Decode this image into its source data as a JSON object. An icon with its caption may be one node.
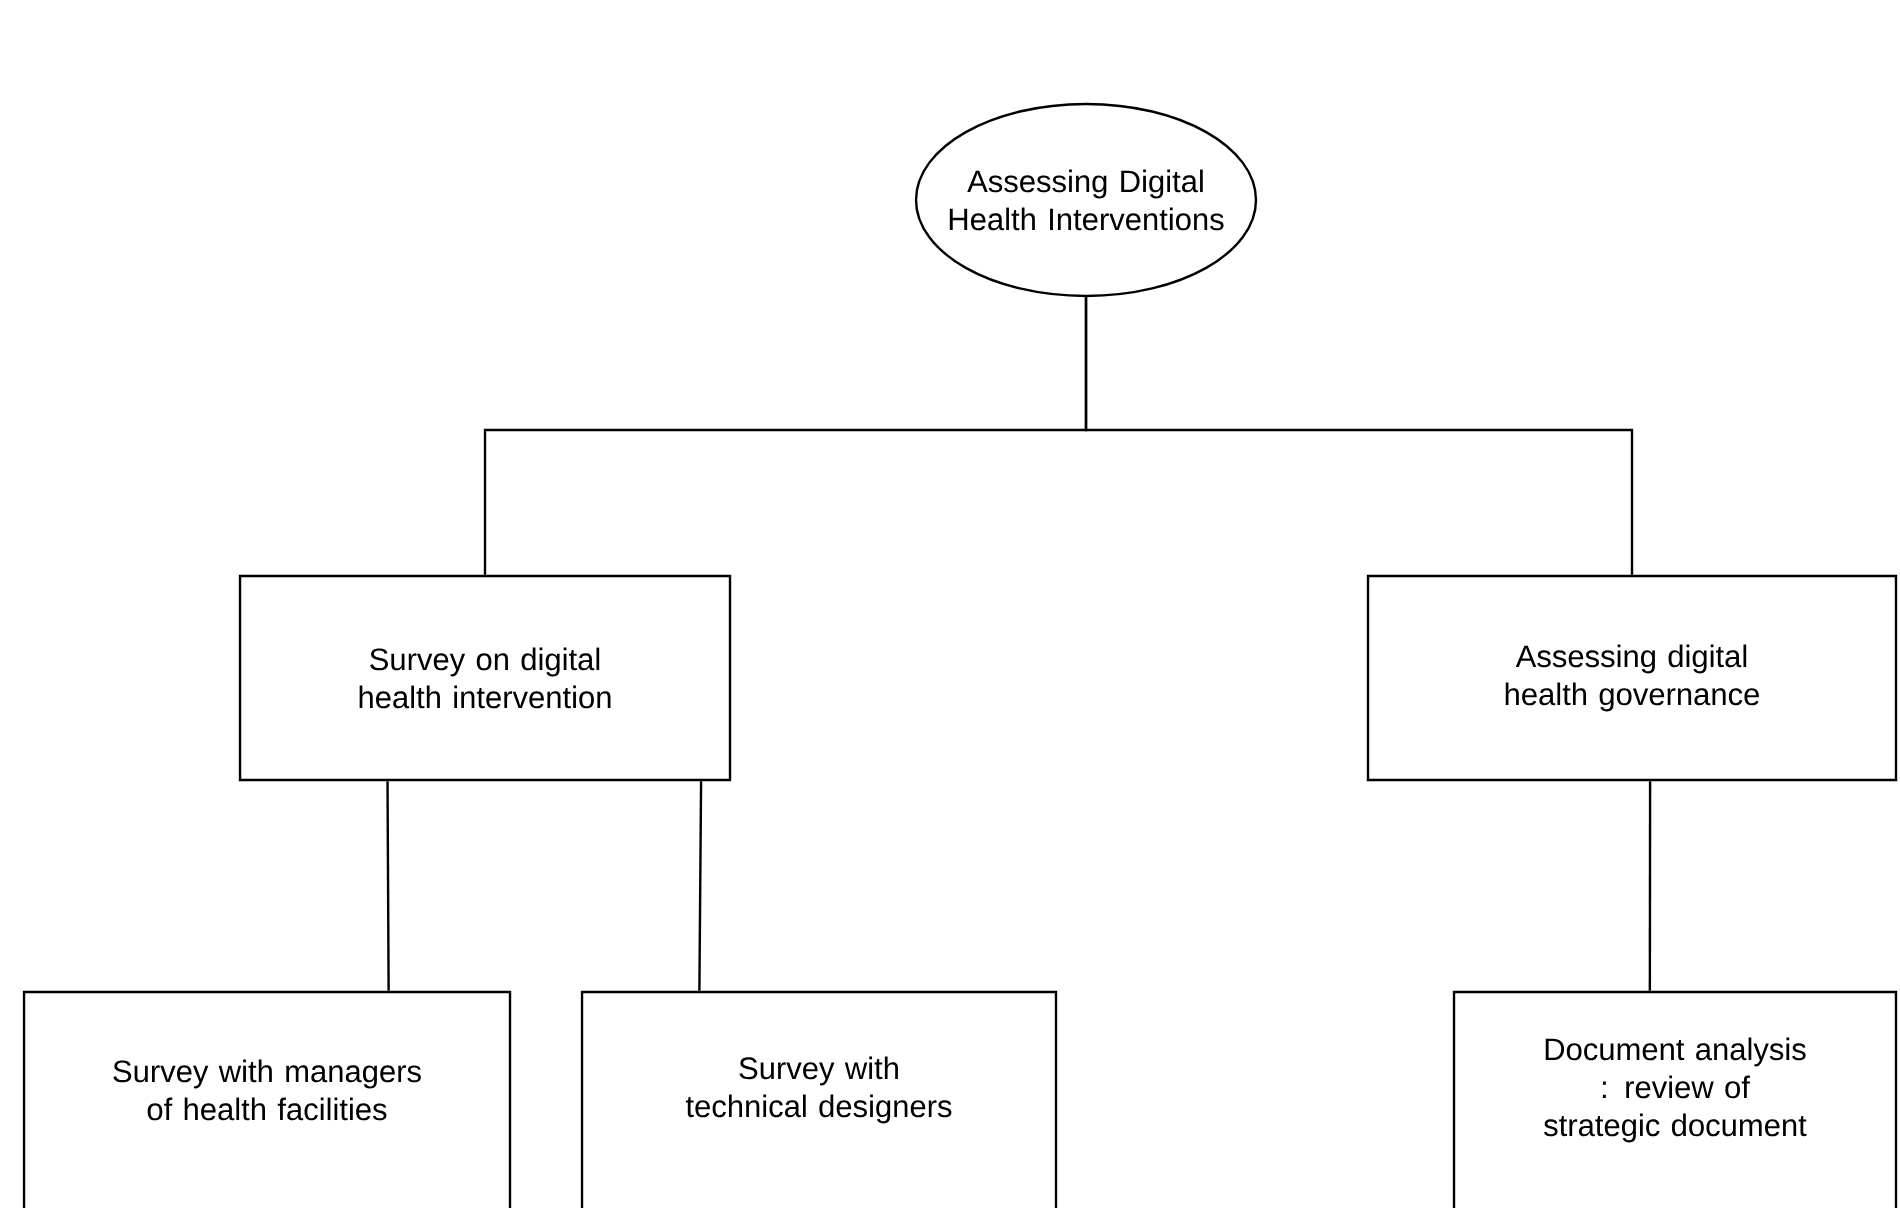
{
  "diagram": {
    "nodes": [
      {
        "text": [
          "Assessing Digital Health Interventions"
        ]
      },
      {
        "text": [
          "Survey on digital health intervention"
        ]
      },
      {
        "text": [
          "Assessing digital health governance"
        ]
      },
      {
        "text": [
          "Survey with managers of health facilities"
        ]
      },
      {
        "text": [
          "Survey with technical designers"
        ]
      },
      {
        "text": [
          "Document analysis : review of strategic document"
        ]
      }
    ],
    "edges": [
      {
        "from": 0,
        "to": 1,
        "arrow": "none"
      },
      {
        "from": 0,
        "to": 2,
        "arrow": "none"
      },
      {
        "from": 1,
        "to": 3,
        "arrow": "none"
      },
      {
        "from": 1,
        "to": 4,
        "arrow": "none"
      },
      {
        "from": 2,
        "to": 5,
        "arrow": "none"
      }
    ]
  }
}
